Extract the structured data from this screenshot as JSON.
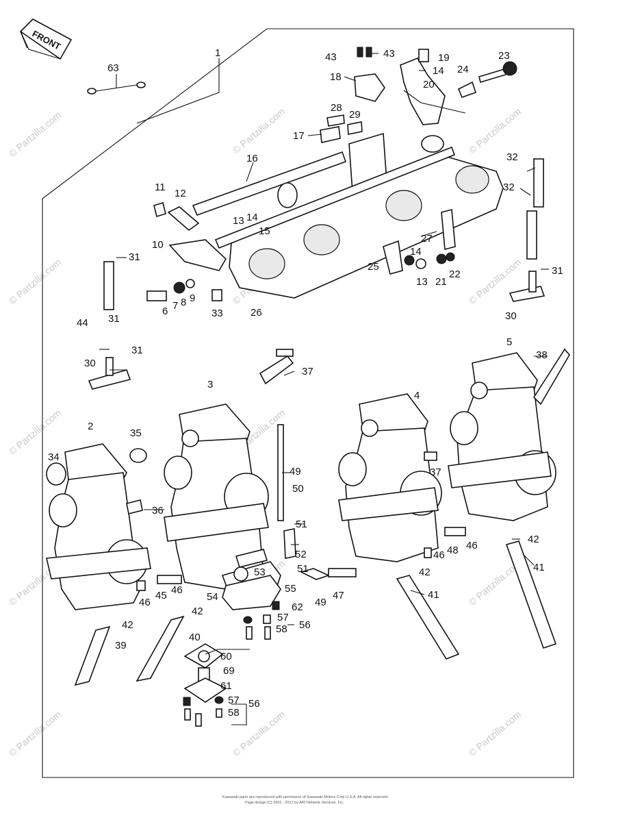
{
  "front_label": "FRONT",
  "watermark": "© Partzilla.com",
  "footer": {
    "line1": "Kawasaki parts are reproduced with permission of Kawasaki Motors Corp U.S.A. All rights reserved",
    "line2": "Page design (C) 2001 - 2017 by ARI Network Services, Inc."
  },
  "callouts": [
    "1",
    "2",
    "3",
    "4",
    "5",
    "6",
    "7",
    "8",
    "9",
    "10",
    "11",
    "12",
    "13",
    "13",
    "14",
    "14",
    "14",
    "15",
    "16",
    "17",
    "18",
    "19",
    "20",
    "21",
    "22",
    "23",
    "24",
    "25",
    "26",
    "27",
    "28",
    "29",
    "30",
    "30",
    "31",
    "31",
    "31",
    "31",
    "32",
    "32",
    "33",
    "34",
    "35",
    "36",
    "37",
    "37",
    "38",
    "39",
    "40",
    "41",
    "41",
    "42",
    "42",
    "42",
    "42",
    "43",
    "43",
    "44",
    "45",
    "46",
    "46",
    "46",
    "46",
    "47",
    "48",
    "49",
    "49",
    "50",
    "51",
    "51",
    "52",
    "53",
    "54",
    "55",
    "56",
    "56",
    "57",
    "57",
    "58",
    "58",
    "60",
    "61",
    "62",
    "63",
    "69"
  ]
}
